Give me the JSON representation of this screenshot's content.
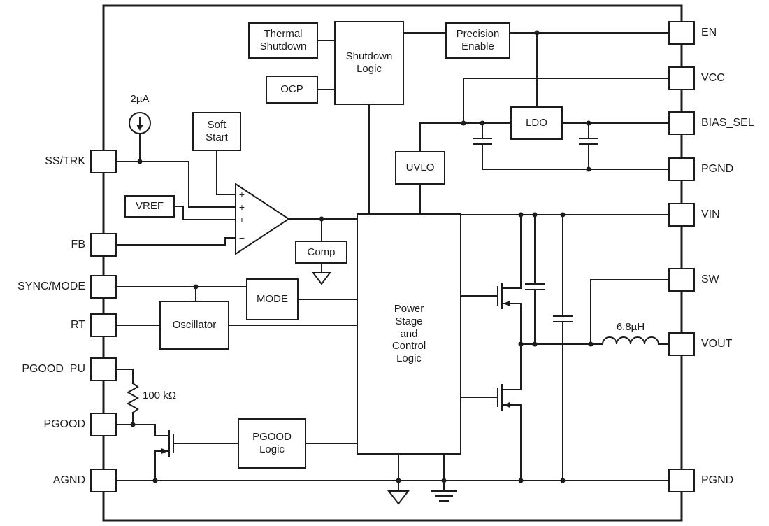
{
  "blocks": {
    "thermal_shutdown": "Thermal\nShutdown",
    "shutdown_logic": "Shutdown\nLogic",
    "ocp": "OCP",
    "precision_enable": "Precision\nEnable",
    "soft_start": "Soft\nStart",
    "uvlo": "UVLO",
    "ldo": "LDO",
    "vref": "VREF",
    "comp": "Comp",
    "mode": "MODE",
    "oscillator": "Oscillator",
    "pgood_logic": "PGOOD\nLogic",
    "power_stage": "Power\nStage\nand\nControl\nLogic"
  },
  "opamp": {
    "inputs": [
      "+",
      "+",
      "+",
      "−"
    ]
  },
  "component_labels": {
    "current_source": "2µA",
    "pullup_resistor": "100 kΩ",
    "inductor": "6.8µH"
  },
  "pins_left": [
    "SS/TRK",
    "FB",
    "SYNC/MODE",
    "RT",
    "PGOOD_PU",
    "PGOOD",
    "AGND"
  ],
  "pins_right": [
    "EN",
    "VCC",
    "BIAS_SEL",
    "PGND",
    "VIN",
    "SW",
    "VOUT",
    "PGND"
  ],
  "colors": {
    "line": "#1c1c1c",
    "background": "#ffffff"
  }
}
